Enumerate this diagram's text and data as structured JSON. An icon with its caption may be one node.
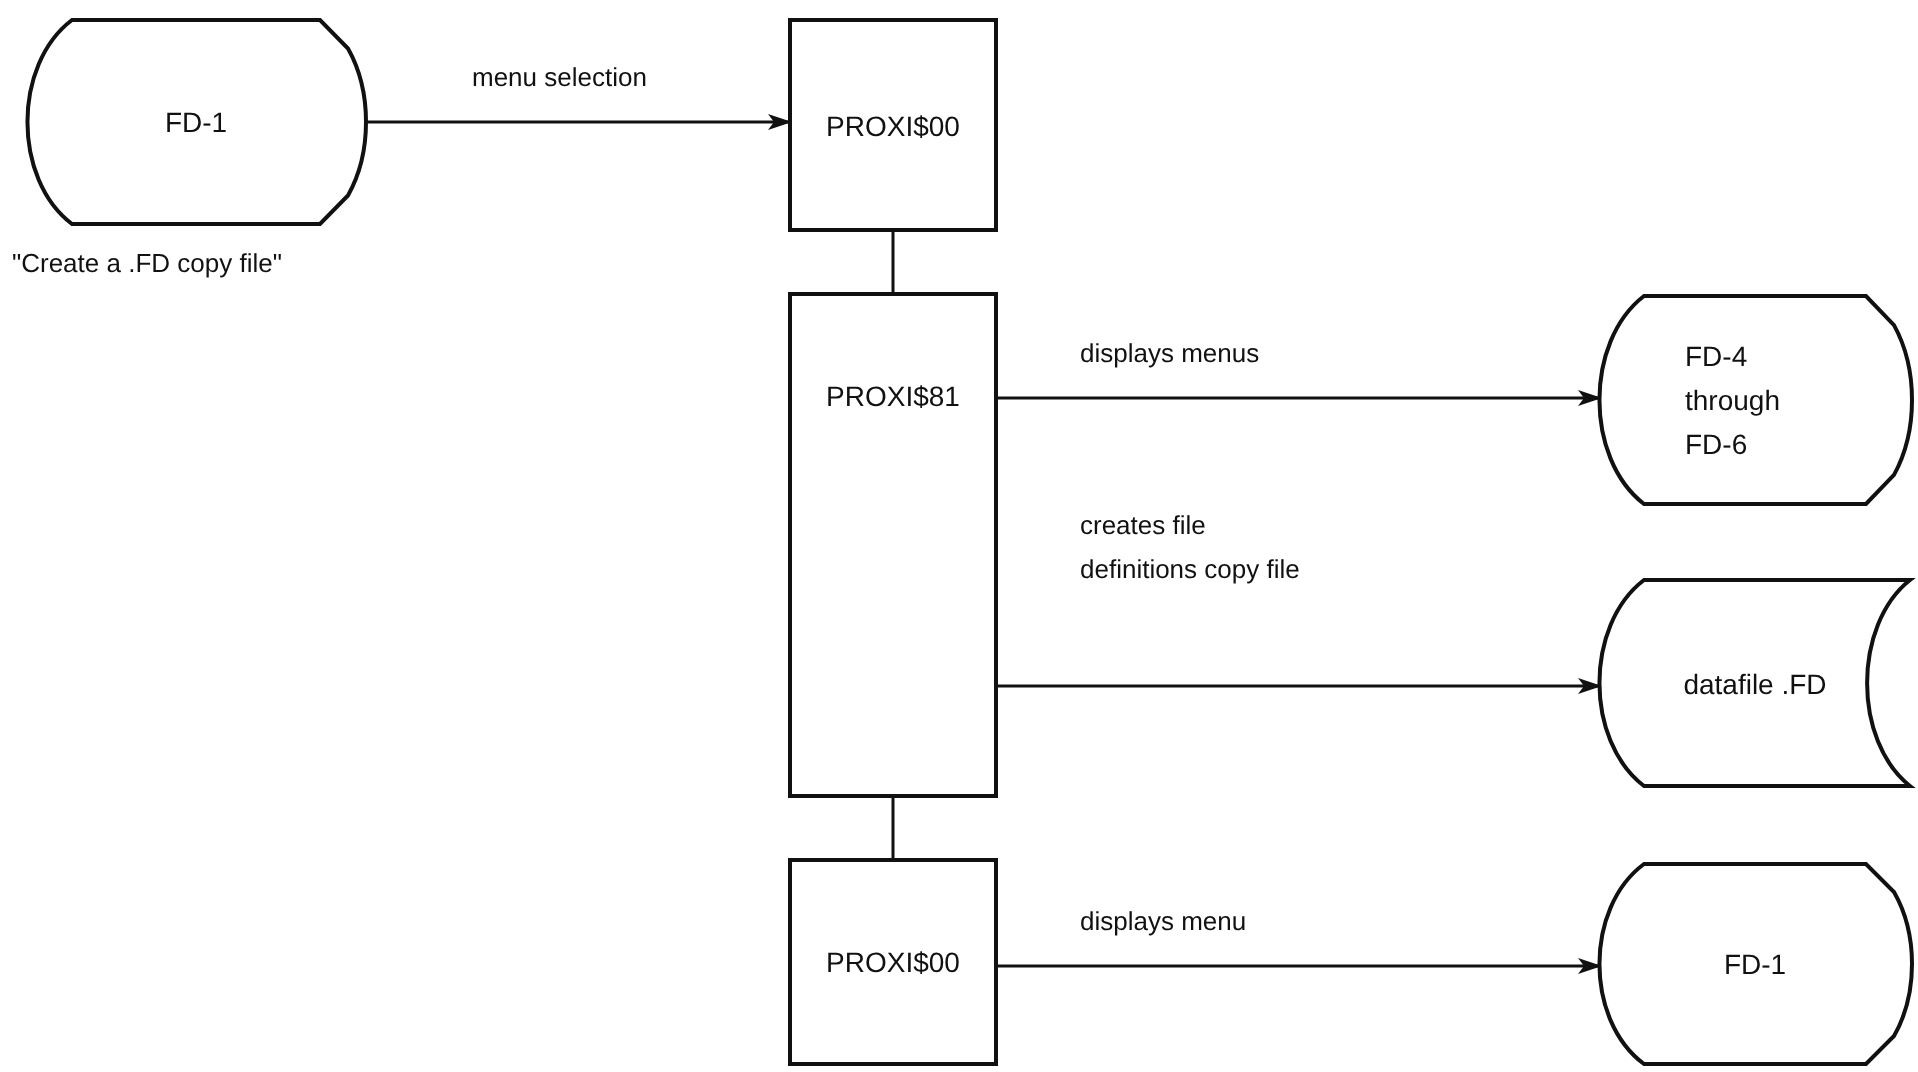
{
  "diagram": {
    "nodes": [
      {
        "text": [
          "FD-1"
        ],
        "beside": [
          "\"Create a .FD copy file\""
        ]
      },
      {
        "text": [
          "PROXI$00"
        ]
      },
      {
        "text": [
          "PROXI$81"
        ]
      },
      {
        "text": [
          "PROXI$00"
        ]
      },
      {
        "text": [
          "FD-4 through FD-6"
        ]
      },
      {
        "text": [
          "datafile .FD"
        ]
      },
      {
        "text": [
          "FD-1"
        ]
      }
    ],
    "edges": [
      {
        "from": 0,
        "to": 1,
        "arrow": "to",
        "label": "menu selection"
      },
      {
        "from": 1,
        "to": 2,
        "arrow": "none"
      },
      {
        "from": 2,
        "to": 4,
        "arrow": "to",
        "label": "displays menus"
      },
      {
        "from": 2,
        "to": 5,
        "arrow": "to",
        "label": "creates file definitions copy file"
      },
      {
        "from": 2,
        "to": 3,
        "arrow": "none"
      },
      {
        "from": 3,
        "to": 6,
        "arrow": "to",
        "label": "displays menu"
      }
    ]
  }
}
